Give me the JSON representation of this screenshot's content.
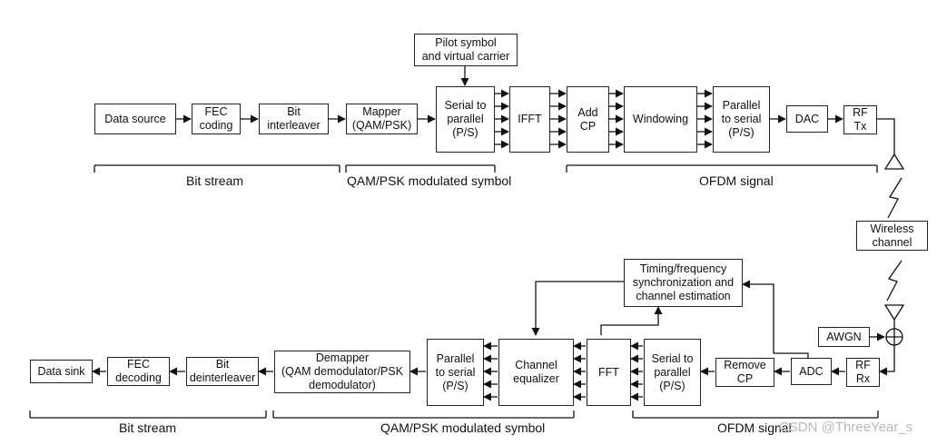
{
  "tx": {
    "data_source": "Data source",
    "fec_coding": "FEC\ncoding",
    "bit_interleaver": "Bit\ninterleaver",
    "mapper": "Mapper\n(QAM/PSK)",
    "pilot": "Pilot symbol\nand virtual carrier",
    "s2p": "Serial to\nparallel\n(P/S)",
    "ifft": "IFFT",
    "add_cp": "Add\nCP",
    "windowing": "Windowing",
    "p2s": "Parallel\nto serial\n(P/S)",
    "dac": "DAC",
    "rf_tx": "RF\nTx"
  },
  "channel": {
    "wireless": "Wireless\nchannel",
    "awgn": "AWGN"
  },
  "rx": {
    "rf_rx": "RF\nRx",
    "adc": "ADC",
    "remove_cp": "Remove\nCP",
    "s2p": "Serial to\nparallel\n(P/S)",
    "fft": "FFT",
    "equalizer": "Channel\nequalizer",
    "p2s": "Parallel\nto serial\n(P/S)",
    "sync": "Timing/frequency\nsynchronization  and\nchannel estimation",
    "demapper": "Demapper\n(QAM demodulator/PSK\ndemodulator)",
    "bit_deinterleaver": "Bit\ndeinterleaver",
    "fec_decoding": "FEC\ndecoding",
    "data_sink": "Data sink"
  },
  "labels": {
    "top_bit_stream": "Bit stream",
    "top_modulated": "QAM/PSK modulated symbol",
    "top_ofdm": "OFDM signal",
    "bottom_bit_stream": "Bit stream",
    "bottom_modulated": "QAM/PSK modulated symbol",
    "bottom_ofdm": "OFDM signal"
  },
  "watermark": "CSDN @ThreeYear_s"
}
